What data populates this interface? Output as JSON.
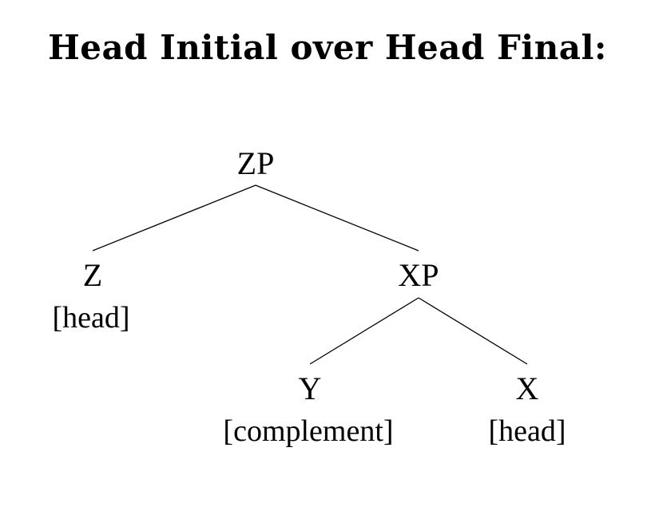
{
  "title": "Head Initial over Head Final:",
  "tree": {
    "root": {
      "label": "ZP"
    },
    "left": {
      "label": "Z",
      "sub": "[head]"
    },
    "right": {
      "label": "XP"
    },
    "right_left": {
      "label": "Y",
      "sub": "[complement]"
    },
    "right_right": {
      "label": "X",
      "sub": "[head]"
    }
  }
}
